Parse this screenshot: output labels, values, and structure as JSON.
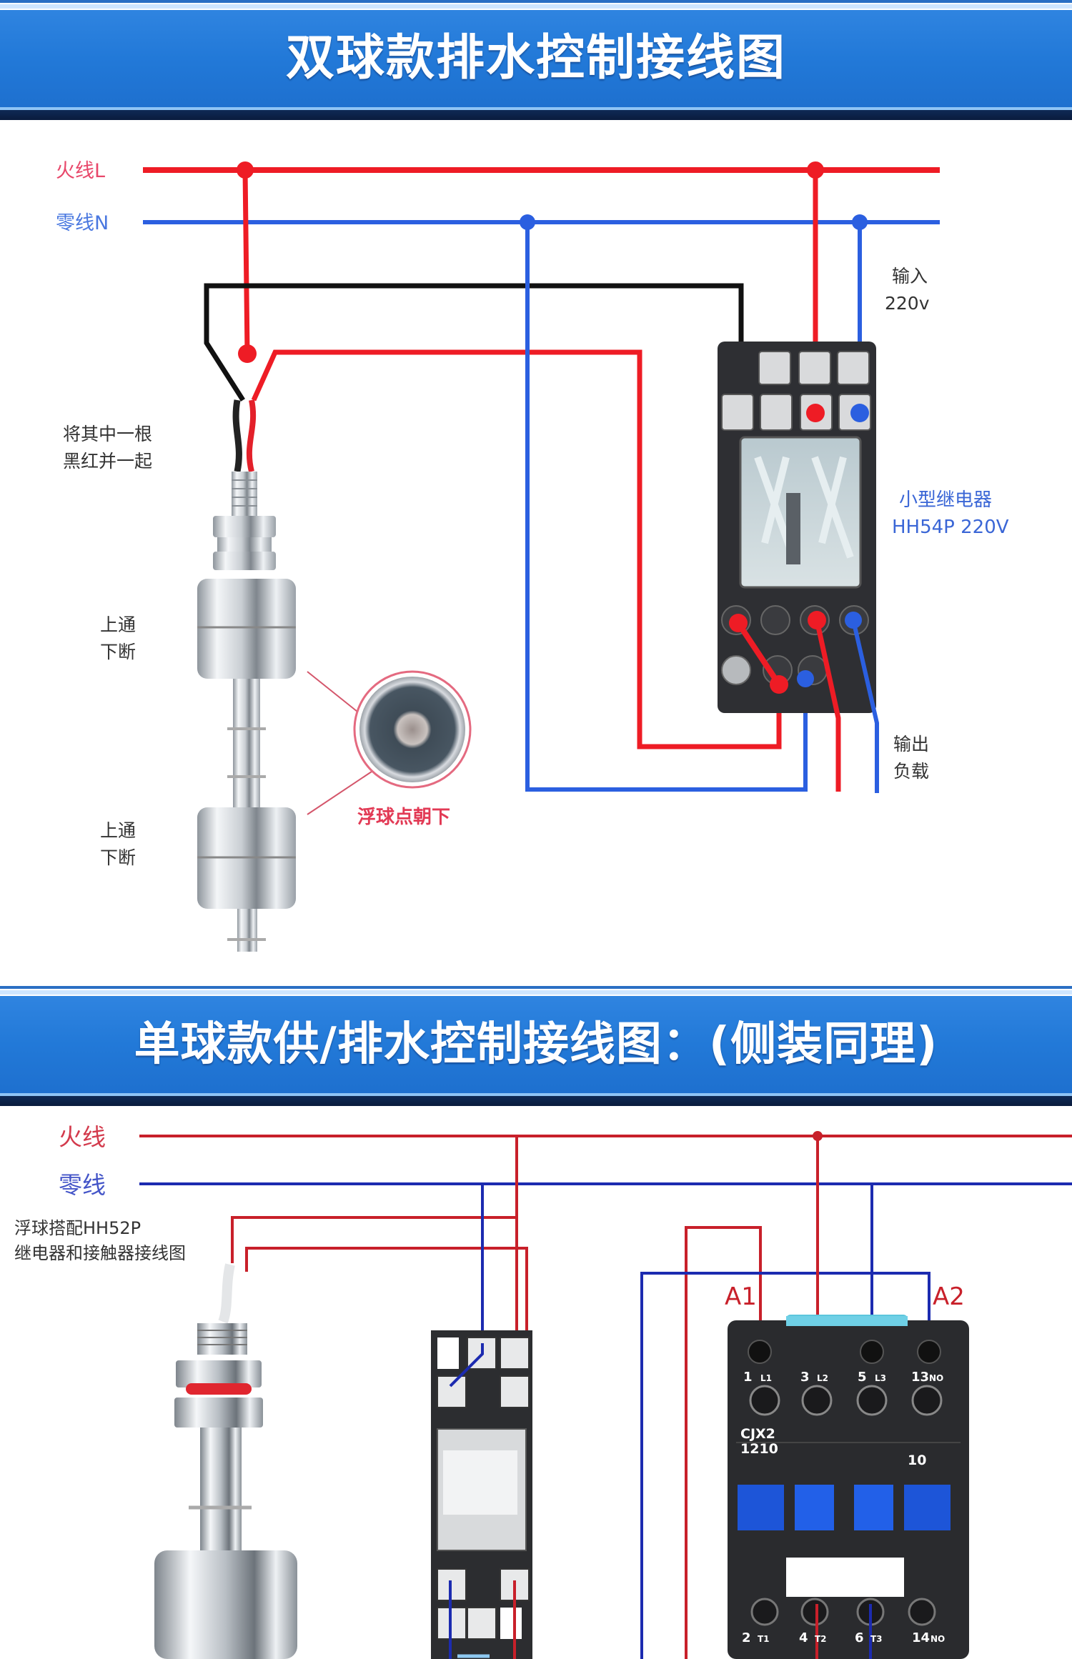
{
  "section1": {
    "title": "双球款排水控制接线图",
    "live_label": "火线L",
    "neutral_label": "零线N",
    "twist_note": [
      "将其中一根",
      "黑红并一起"
    ],
    "upper_float_note": [
      "上通",
      "下断"
    ],
    "lower_float_note": [
      "上通",
      "下断"
    ],
    "float_detail_caption": "浮球点朝下",
    "input_note": [
      "输入",
      "220v"
    ],
    "relay_label": [
      "小型继电器",
      "HH54P 220V"
    ],
    "output_note": [
      "输出",
      "负载"
    ]
  },
  "section2": {
    "title": "单球款供/排水控制接线图：(侧装同理)",
    "live_label": "火线",
    "neutral_label": "零线",
    "combo_note": [
      "浮球搭配HH52P",
      "继电器和接触器接线图"
    ],
    "contactor": {
      "coil_a1": "A1",
      "coil_a2": "A2",
      "model": [
        "CJX2",
        "1210"
      ],
      "aux_code": "10",
      "top_terminals": [
        {
          "num": "1",
          "tag": "L1"
        },
        {
          "num": "3",
          "tag": "L2"
        },
        {
          "num": "5",
          "tag": "L3"
        },
        {
          "num": "13",
          "tag": "NO"
        }
      ],
      "bottom_terminals": [
        {
          "num": "2",
          "tag": "T1"
        },
        {
          "num": "4",
          "tag": "T2"
        },
        {
          "num": "6",
          "tag": "T3"
        },
        {
          "num": "14",
          "tag": "NO"
        }
      ]
    }
  },
  "colors": {
    "live_wire": "#ee1c25",
    "neutral_wire": "#2b5fe0",
    "control_wire_black": "#111111",
    "live_wire_thin": "#c8202a",
    "neutral_wire_thin": "#1c2bb0",
    "banner_blue": "#2279d8",
    "live_label": "#e8476a",
    "neutral_label": "#4a78e0",
    "relay_label": "#3a66d6"
  }
}
